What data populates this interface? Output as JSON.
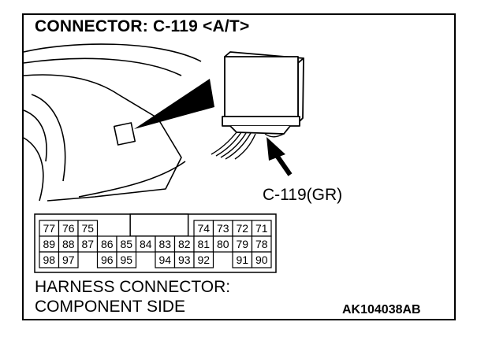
{
  "title": "CONNECTOR: C-119 <A/T>",
  "callout_label": "C-119(GR)",
  "harness_line1": "HARNESS CONNECTOR:",
  "harness_line2": "COMPONENT SIDE",
  "figure_code": "AK104038AB",
  "connector_rows": [
    [
      "77",
      "76",
      "75",
      "",
      "",
      "",
      "",
      "",
      "",
      "74",
      "73",
      "72",
      "71"
    ],
    [
      "89",
      "88",
      "87",
      "86",
      "85",
      "84",
      "83",
      "82",
      "81",
      "80",
      "79",
      "78"
    ],
    [
      "98",
      "97",
      "",
      "96",
      "95",
      "",
      "94",
      "93",
      "92",
      "",
      "91",
      "90"
    ]
  ]
}
